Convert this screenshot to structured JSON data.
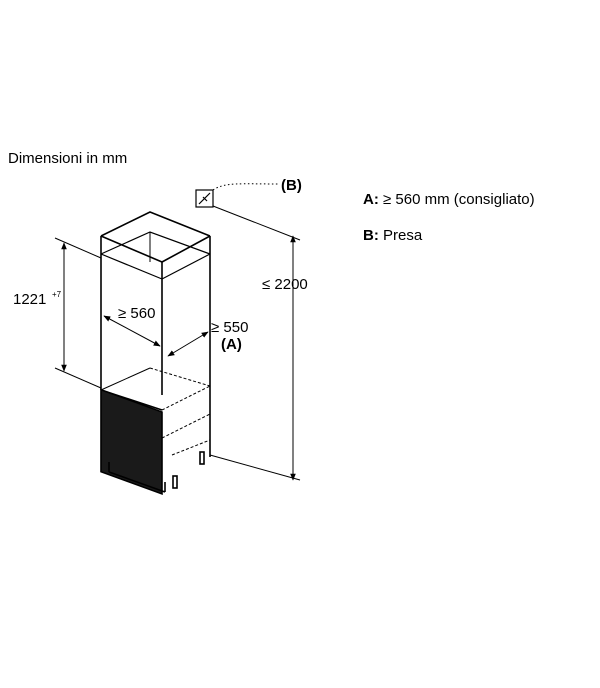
{
  "title": "Dimensioni in mm",
  "legend": {
    "a_key": "A:",
    "a_text": "≥ 560 mm (consigliato)",
    "b_key": "B:",
    "b_text": "Presa"
  },
  "dimensions": {
    "niche_height": "1221",
    "niche_height_tolerance": "+7",
    "niche_width": "≥ 560",
    "depth": "≥ 550",
    "depth_ref": "(A)",
    "total_height": "≤ 2200",
    "socket_ref": "(B)"
  }
}
